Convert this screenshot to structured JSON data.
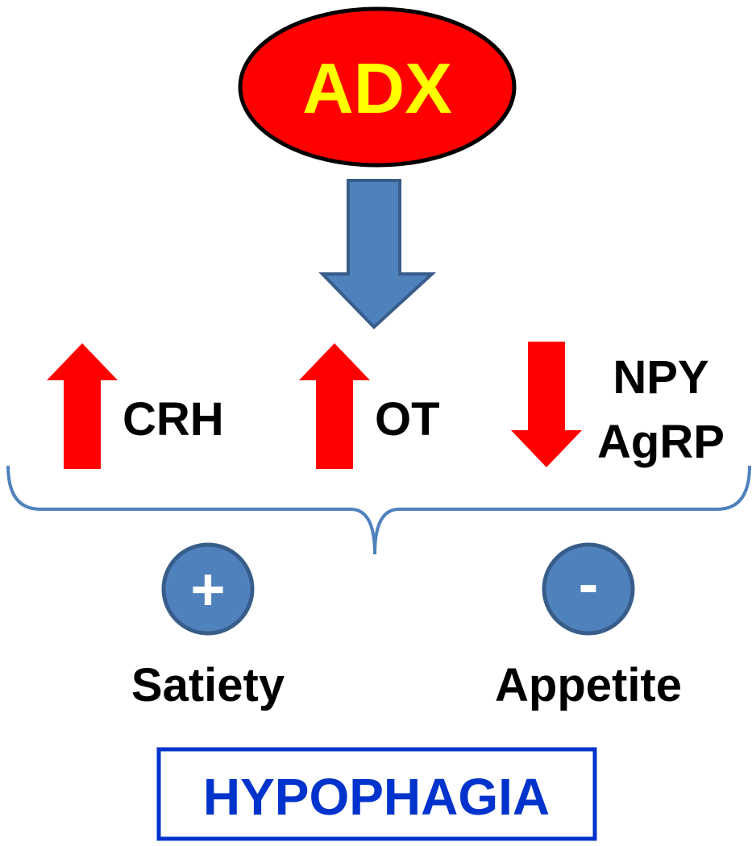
{
  "trigger": {
    "label": "ADX",
    "fill": "#ff0000",
    "text_color": "#ffff00"
  },
  "main_arrow": {
    "direction": "down",
    "fill": "#4f81bd",
    "stroke": "#385d8a"
  },
  "factors": [
    {
      "label": "CRH",
      "direction": "up"
    },
    {
      "label": "OT",
      "direction": "up"
    },
    {
      "label_lines": [
        "NPY",
        "AgRP"
      ],
      "direction": "down"
    }
  ],
  "arrow_color": "#ff0000",
  "effects": [
    {
      "symbol": "+",
      "label": "Satiety"
    },
    {
      "symbol": "-",
      "label": "Appetite"
    }
  ],
  "outcome": {
    "label": "HYPOPHAGIA",
    "color": "#0033cc"
  },
  "bracket_color": "#4f81bd"
}
